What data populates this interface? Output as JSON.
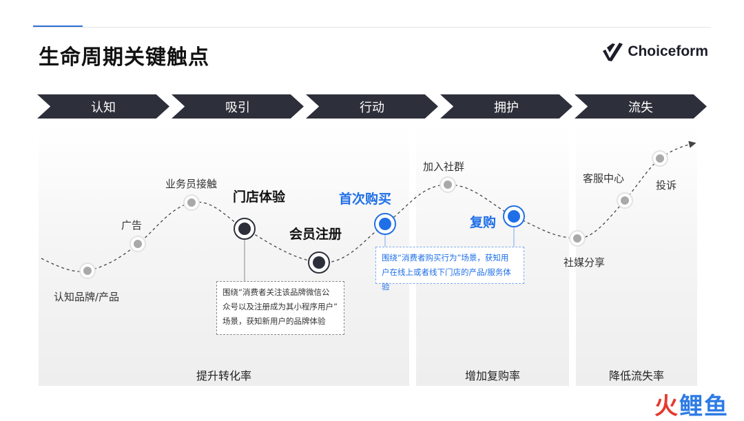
{
  "title": "生命周期关键触点",
  "brand": {
    "name": "Choiceform",
    "logo_icon": "choiceform-logo-icon"
  },
  "stages": [
    "认知",
    "吸引",
    "行动",
    "拥护",
    "流失"
  ],
  "metrics": [
    "提升转化率",
    "增加复购率",
    "降低流失率"
  ],
  "touchpoints": {
    "awareness": "认知品牌/产品",
    "ads": "广告",
    "sales_contact": "业务员接触",
    "store_experience": "门店体验",
    "member_signup": "会员注册",
    "first_purchase": "首次购买",
    "join_community": "加入社群",
    "repurchase": "复购",
    "social_share": "社媒分享",
    "customer_service": "客服中心",
    "complaint": "投诉"
  },
  "callouts": {
    "signup": [
      "围绕“消费者关注该品牌微信公",
      "众号以及注册成为其小程序用户”",
      "场景，获知新用户的品牌体验"
    ],
    "purchase": [
      "围绕“消费者购买行为”场景，获知用",
      "户在线上或者线下门店的产品/服务体验"
    ]
  },
  "watermark": {
    "part1": "火",
    "part2": "鲤鱼"
  },
  "colors": {
    "accent_blue": "#1f6fe8",
    "stage_dark": "#2d2f3a",
    "node_gray": "#a9a9a9"
  }
}
